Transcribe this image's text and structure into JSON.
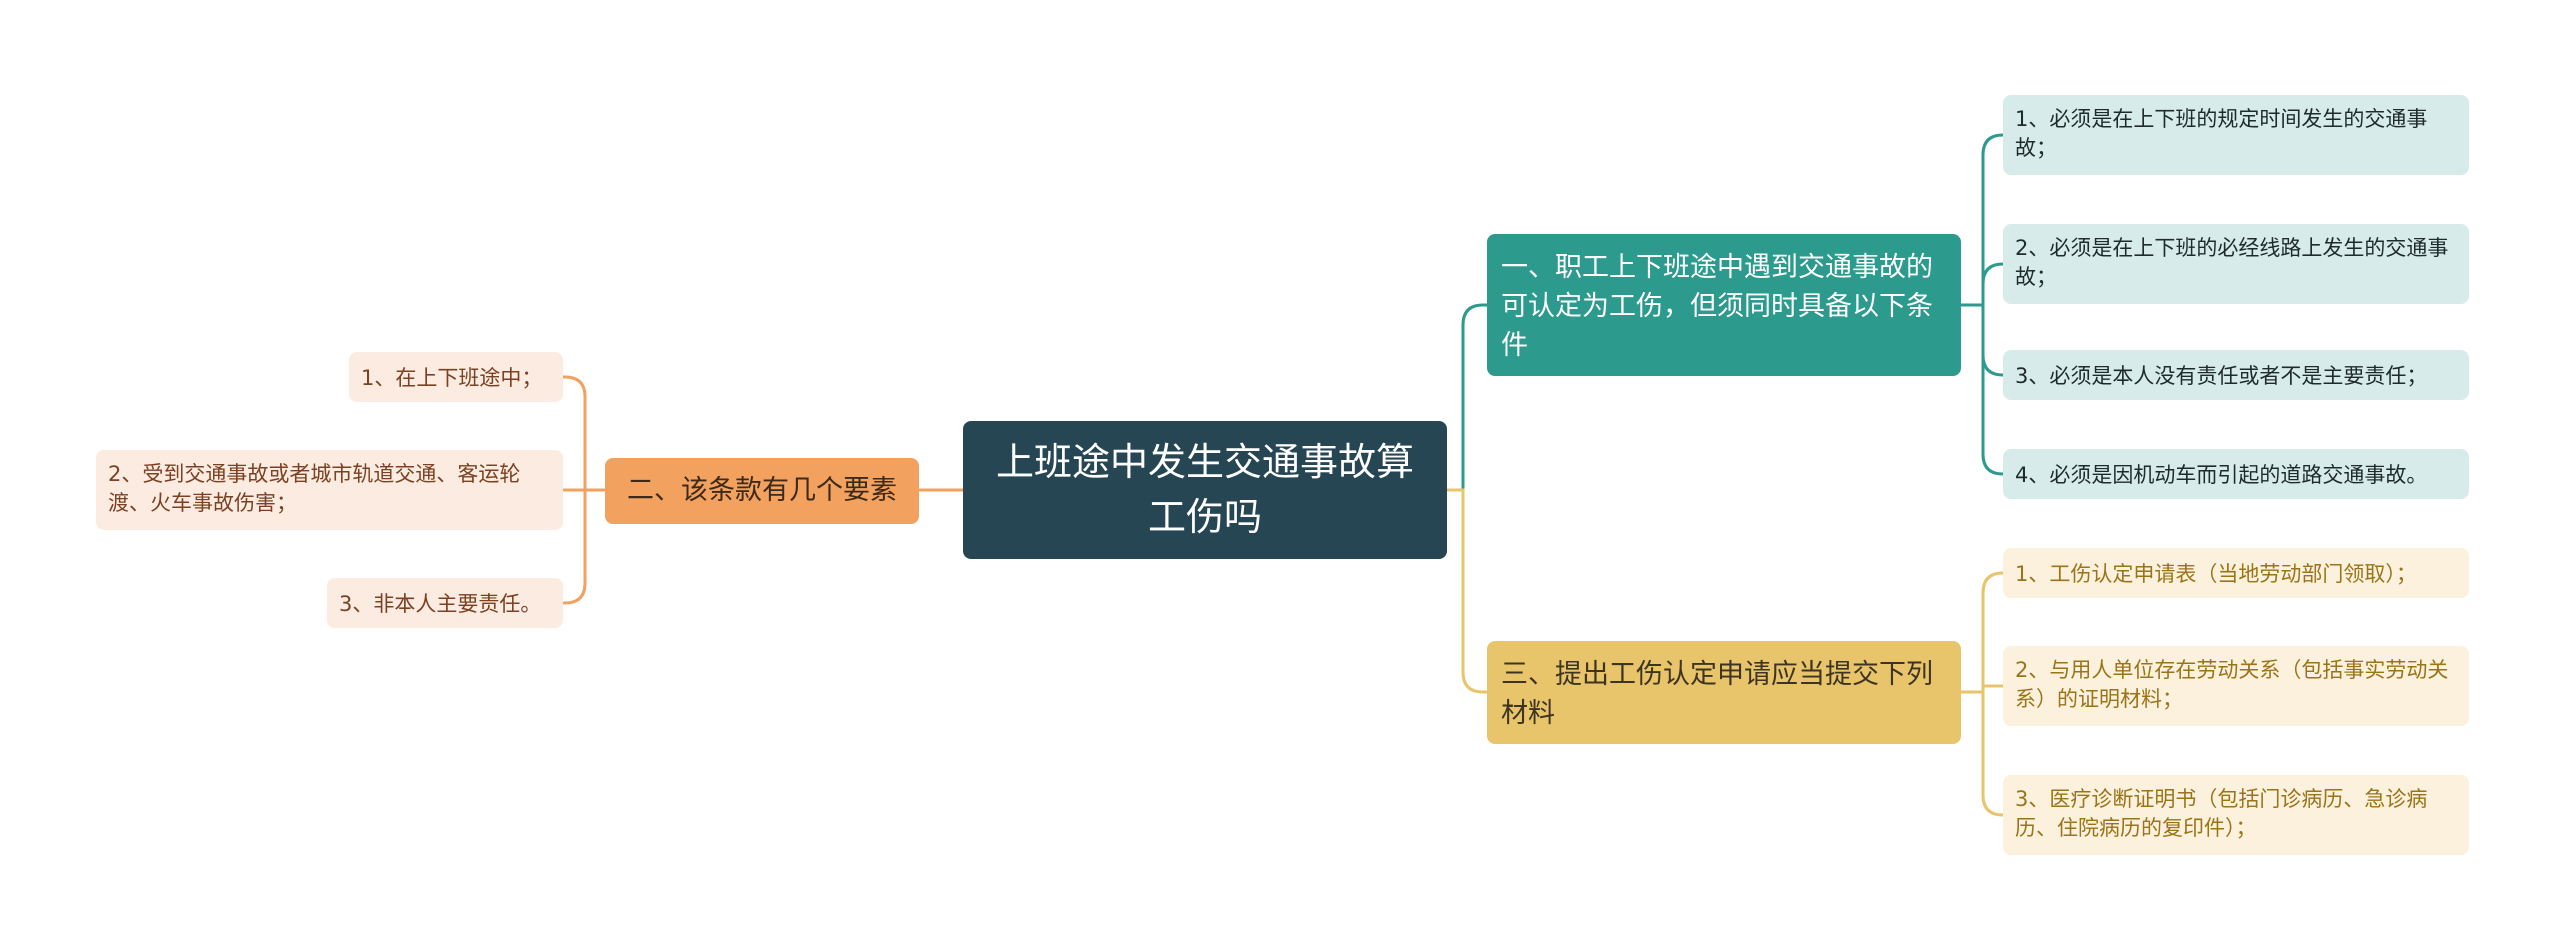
{
  "root": {
    "label": "上班途中发生交通事故算工伤吗"
  },
  "branch_conditions": {
    "label": "一、职工上下班途中遇到交通事故的可认定为工伤，但须同时具备以下条件",
    "items": [
      "1、必须是在上下班的规定时间发生的交通事故；",
      "2、必须是在上下班的必经线路上发生的交通事故；",
      "3、必须是本人没有责任或者不是主要责任；",
      "4、必须是因机动车而引起的道路交通事故。"
    ]
  },
  "branch_elements": {
    "label": "二、该条款有几个要素",
    "items": [
      "1、在上下班途中；",
      "2、受到交通事故或者城市轨道交通、客运轮渡、火车事故伤害；",
      "3、非本人主要责任。"
    ]
  },
  "branch_materials": {
    "label": "三、提出工伤认定申请应当提交下列材料",
    "items": [
      "1、工伤认定申请表（当地劳动部门领取）；",
      "2、与用人单位存在劳动关系（包括事实劳动关系）的证明材料；",
      "3、医疗诊断证明书（包括门诊病历、急诊病历、住院病历的复印件）；"
    ]
  },
  "colors": {
    "root": "#274654",
    "teal": "#2c9a8c",
    "yellow": "#e8c46a",
    "orange": "#f2a15f"
  }
}
